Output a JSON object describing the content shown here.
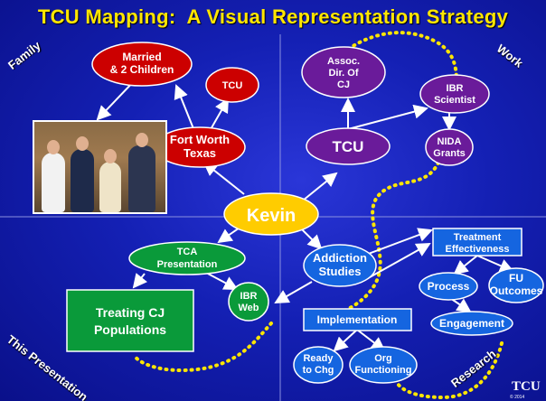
{
  "title": "TCU Mapping:  A Visual Representation Strategy",
  "corners": {
    "family": "Family",
    "work": "Work",
    "presentation": "This Presentation",
    "research": "Research"
  },
  "nodes": {
    "married": [
      "Married",
      "& 2 Children"
    ],
    "tcu_family": [
      "TCU"
    ],
    "fort_worth": [
      "Fort Worth",
      "Texas"
    ],
    "kevin": [
      "Kevin"
    ],
    "assoc_dir": [
      "Assoc.",
      "Dir. Of",
      "CJ"
    ],
    "ibr_scientist": [
      "IBR",
      "Scientist"
    ],
    "tcu_work": [
      "TCU"
    ],
    "nida": [
      "NIDA",
      "Grants"
    ],
    "tca": [
      "TCA",
      "Presentation"
    ],
    "treating": [
      "Treating CJ",
      "Populations"
    ],
    "ibr_web": [
      "IBR",
      "Web"
    ],
    "addiction": [
      "Addiction",
      "Studies"
    ],
    "treatment_eff": [
      "Treatment",
      "Effectiveness"
    ],
    "process": [
      "Process"
    ],
    "fu": [
      "FU",
      "Outcomes"
    ],
    "engagement": [
      "Engagement"
    ],
    "implementation": [
      "Implementation"
    ],
    "ready": [
      "Ready",
      "to Chg"
    ],
    "org": [
      "Org",
      "Functioning"
    ]
  },
  "logo": "TCU",
  "logo_sub": "© 2014",
  "colors": {
    "background": "#1420b4",
    "title": "#ffe600",
    "family_nodes": "#cc0000",
    "work_nodes": "#6a1b9a",
    "kevin": "#ffcc00",
    "presentation_nodes": "#0a9a3a",
    "research_nodes": "#1565e0",
    "dotted_path": "#ffe600"
  }
}
